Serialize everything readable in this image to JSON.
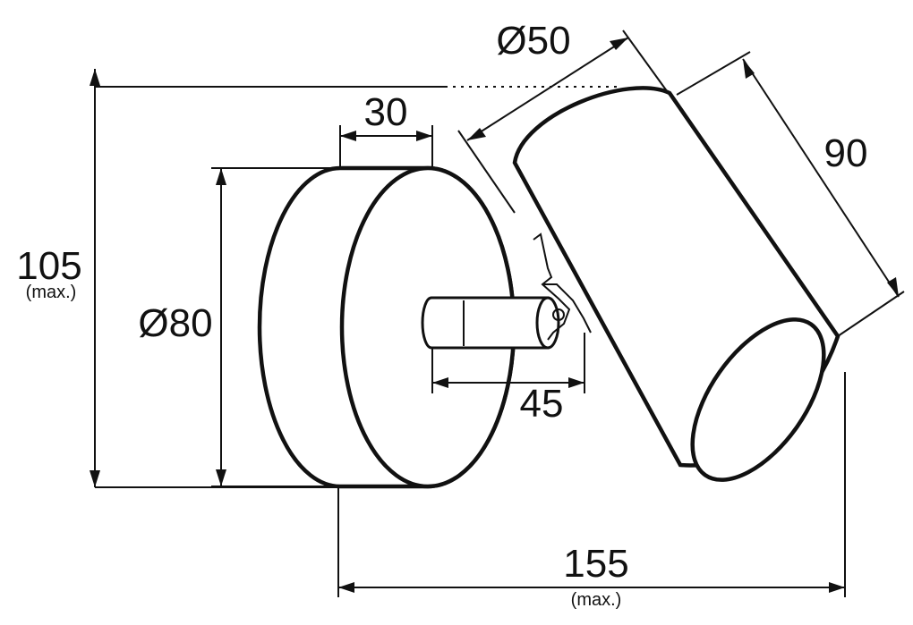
{
  "dimensions": {
    "height_total": {
      "value": "105",
      "note": "(max.)"
    },
    "base_diameter": {
      "value": "Ø80"
    },
    "base_depth": {
      "value": "30"
    },
    "head_diameter": {
      "value": "Ø50"
    },
    "head_length": {
      "value": "90"
    },
    "arm_length": {
      "value": "45"
    },
    "width_total": {
      "value": "155",
      "note": "(max.)"
    }
  },
  "colors": {
    "line": "#111111",
    "background": "#ffffff"
  }
}
